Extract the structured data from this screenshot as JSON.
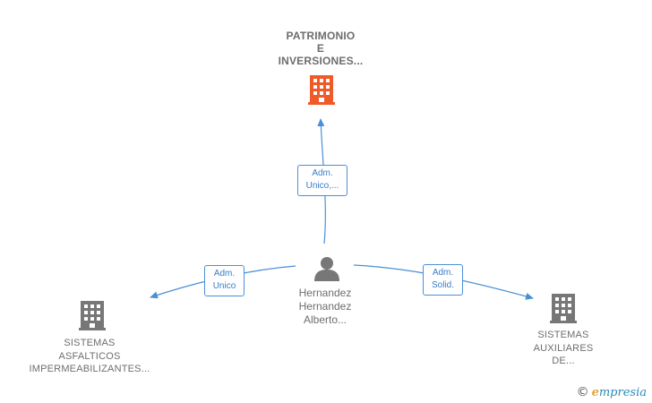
{
  "nodes": {
    "center_company": {
      "lines": [
        "PATRIMONIO",
        "E",
        "INVERSIONES..."
      ],
      "icon": "building-icon",
      "color": "#f05a28"
    },
    "left_company": {
      "lines": [
        "SISTEMAS",
        "ASFALTICOS",
        "IMPERMEABILIZANTES..."
      ],
      "icon": "building-icon",
      "color": "#777777"
    },
    "right_company": {
      "lines": [
        "SISTEMAS",
        "AUXILIARES",
        "DE..."
      ],
      "icon": "building-icon",
      "color": "#777777"
    },
    "person": {
      "lines": [
        "Hernandez",
        "Hernandez",
        "Alberto..."
      ],
      "icon": "person-icon",
      "color": "#777777"
    }
  },
  "edges": {
    "top": {
      "lines": [
        "Adm.",
        "Unico,..."
      ]
    },
    "left": {
      "lines": [
        "Adm.",
        "Unico"
      ]
    },
    "right": {
      "lines": [
        "Adm.",
        "Solid."
      ]
    }
  },
  "colors": {
    "edge": "#4a8fd6"
  },
  "watermark": {
    "symbol": "©",
    "brand_first": "e",
    "brand_rest": "mpresia"
  }
}
